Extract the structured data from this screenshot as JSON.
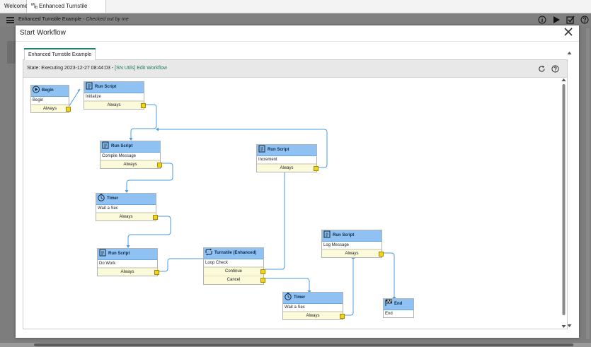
{
  "tabs": [
    {
      "label": "Welcome"
    },
    {
      "label": "Enhanced Turnstile Example"
    }
  ],
  "appbar": {
    "title": "Enhanced Turnstile Example",
    "checked_out": " - Checked out by me"
  },
  "modal": {
    "title": "Start Workflow",
    "tab_label": "Enhanced Turnstile Example",
    "state_text": "State: Executing  2023-12-27 08:44:03 - ",
    "edit_link": "[SN Utils] Edit Workflow"
  },
  "nodes": [
    {
      "header": "Begin",
      "name": "Begin",
      "conditions": [
        "Always"
      ],
      "icon": "play-icon"
    },
    {
      "header": "Run Script",
      "name": "Initialize",
      "conditions": [
        "Always"
      ],
      "icon": "script-icon"
    },
    {
      "header": "Run Script",
      "name": "Compile Message",
      "conditions": [
        "Always"
      ],
      "icon": "script-icon"
    },
    {
      "header": "Run Script",
      "name": "Increment",
      "conditions": [
        "Always"
      ],
      "icon": "script-icon"
    },
    {
      "header": "Timer",
      "name": "Wait a Sec",
      "conditions": [
        "Always"
      ],
      "icon": "timer-icon"
    },
    {
      "header": "Run Script",
      "name": "Log Message",
      "conditions": [
        "Always"
      ],
      "icon": "script-icon"
    },
    {
      "header": "Run Script",
      "name": "Do Work",
      "conditions": [
        "Always"
      ],
      "icon": "script-icon"
    },
    {
      "header": "Turnstile (Enhanced)",
      "name": "Loop Check",
      "conditions": [
        "Continue",
        "Cancel"
      ],
      "icon": "turnstile-icon"
    },
    {
      "header": "Timer",
      "name": "Wait a Sec",
      "conditions": [
        "Always"
      ],
      "icon": "timer-icon"
    },
    {
      "header": "End",
      "name": "End",
      "conditions": [],
      "icon": "end-flag-icon"
    }
  ],
  "colors": {
    "node_header": "#8fc2f3",
    "condition_bg": "#fbfadb",
    "connector": "#4a9be0",
    "link": "#1f7a55"
  }
}
